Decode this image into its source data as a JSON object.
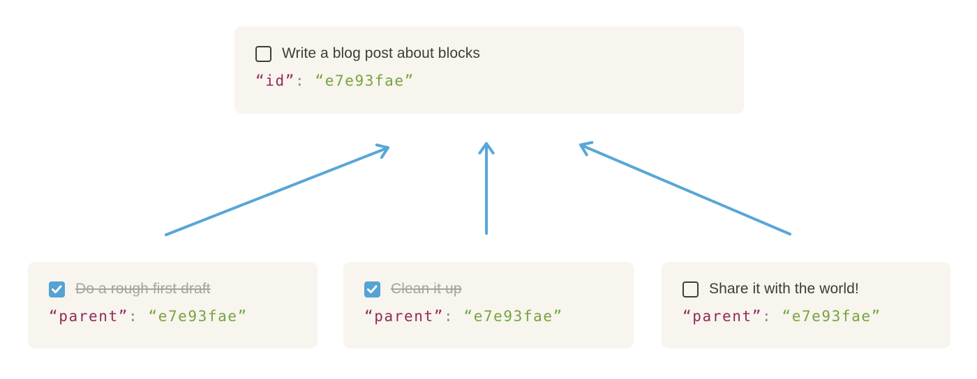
{
  "colors": {
    "arrow": "#58a6d8",
    "card_bg": "#f8f4ee",
    "checkbox_checked": "#54a3d3",
    "checkbox_border": "#403c38",
    "title_text": "#3e3b37",
    "done_text": "#a7a39d",
    "code_key": "#8f2a5f",
    "code_punct": "#8b8b87",
    "code_value": "#74a53d"
  },
  "parent_card": {
    "title": "Write a blog post about blocks",
    "checked": false,
    "code_key": "“id”",
    "code_separator": ": ",
    "code_value": "“e7e93fae”"
  },
  "child_cards": [
    {
      "title": "Do a rough first draft",
      "checked": true,
      "code_key": "“parent”",
      "code_separator": ": ",
      "code_value": "“e7e93fae”"
    },
    {
      "title": "Clean it up",
      "checked": true,
      "code_key": "“parent”",
      "code_separator": ": ",
      "code_value": "“e7e93fae”"
    },
    {
      "title": "Share it with the world!",
      "checked": false,
      "code_key": "“parent”",
      "code_separator": ": ",
      "code_value": "“e7e93fae”"
    }
  ],
  "arrows": [
    {
      "from": "Do a rough first draft",
      "to": "Write a blog post about blocks"
    },
    {
      "from": "Clean it up",
      "to": "Write a blog post about blocks"
    },
    {
      "from": "Share it with the world!",
      "to": "Write a blog post about blocks"
    }
  ]
}
